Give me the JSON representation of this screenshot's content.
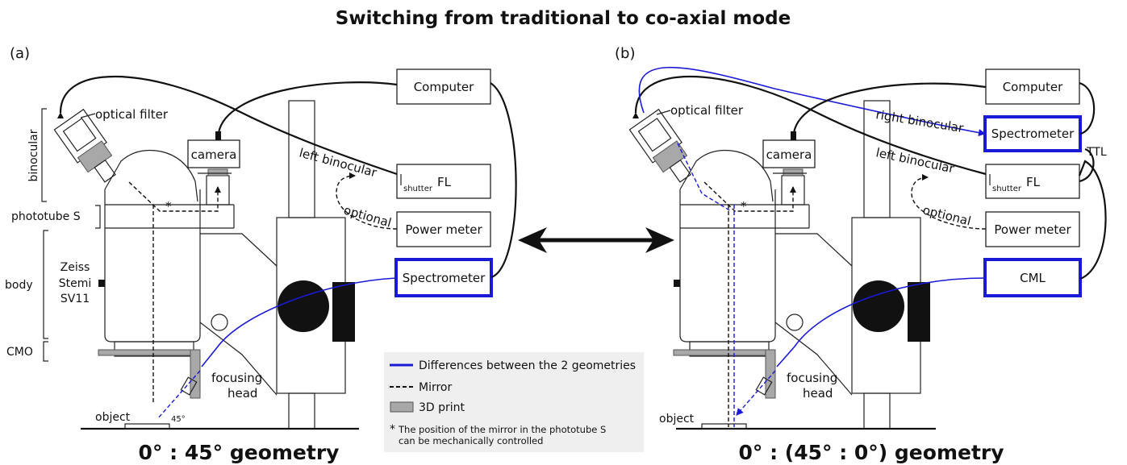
{
  "title": "Switching from traditional to co-axial mode",
  "panels": {
    "a": {
      "label": "(a)",
      "geometry": "0° : 45° geometry",
      "boxes": {
        "computer": "Computer",
        "camera": "camera",
        "fl": "FL",
        "shutter": "shutter",
        "power_meter": "Power meter",
        "spectrometer": "Spectrometer"
      },
      "labels": {
        "optical_filter": "optical filter",
        "left_binocular": "left binocular",
        "optional": "optional",
        "focusing": "focusing",
        "head": "head",
        "object": "object",
        "angle": "45°"
      },
      "side": {
        "binocular": "binocular",
        "phototube": "phototube S",
        "body": "body",
        "zeiss": "Zeiss",
        "stemi": "Stemi",
        "sv11": "SV11",
        "cmo": "CMO"
      }
    },
    "b": {
      "label": "(b)",
      "geometry": "0° : (45° : 0°) geometry",
      "boxes": {
        "computer": "Computer",
        "spectrometer": "Spectrometer",
        "camera": "camera",
        "fl": "FL",
        "shutter": "shutter",
        "power_meter": "Power meter",
        "cml": "CML"
      },
      "labels": {
        "optical_filter": "optical filter",
        "right_binocular": "right binocular",
        "left_binocular": "left binocular",
        "ttl": "TTL",
        "optional": "optional",
        "focusing": "focusing",
        "head": "head",
        "object": "object"
      }
    }
  },
  "legend": {
    "diff": "Differences between the 2 geometries",
    "mirror": "Mirror",
    "print3d": "3D print",
    "star": "*",
    "note1": "The position of the mirror in the phototube S",
    "note2": "can be mechanically controlled"
  },
  "colors": {
    "accent": "#1a1ad6",
    "print": "#a8a8a8",
    "legend_bg": "#efefef"
  }
}
